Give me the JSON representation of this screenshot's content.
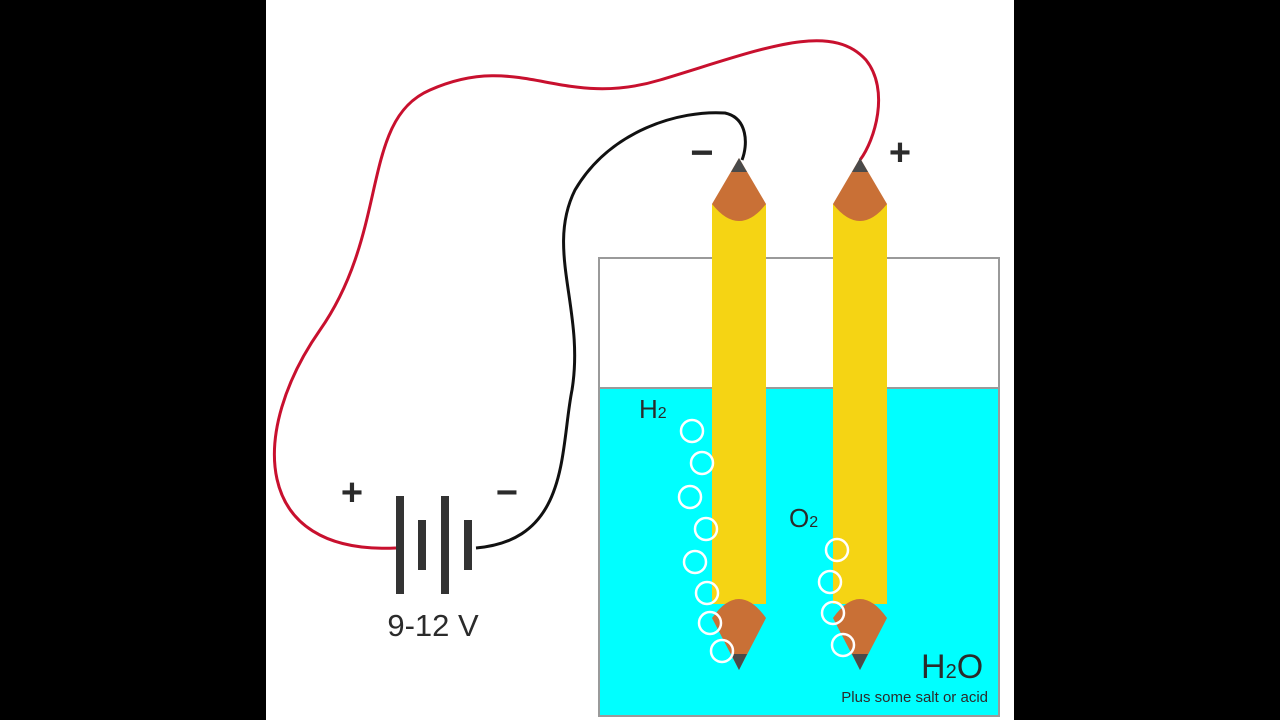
{
  "colors": {
    "background": "#000000",
    "panel": "#ffffff",
    "water": "#00ffff",
    "red_wire": "#c8102e",
    "black_wire": "#111111",
    "pencil_body": "#f5d414",
    "pencil_wood": "#c97036",
    "graphite": "#4a4a4a",
    "bubble": "#ffffff",
    "battery": "#333333"
  },
  "battery": {
    "voltage_label": "9-12 V",
    "positive_sign": "+",
    "negative_sign": "−"
  },
  "electrodes": {
    "cathode_sign": "−",
    "anode_sign": "+"
  },
  "gases": {
    "hydrogen": {
      "main": "H",
      "sub": "2"
    },
    "oxygen": {
      "main": "O",
      "sub": "2"
    }
  },
  "solution": {
    "water": {
      "main": "H",
      "sub": "2",
      "tail": "O"
    },
    "note": "Plus some salt or acid"
  }
}
